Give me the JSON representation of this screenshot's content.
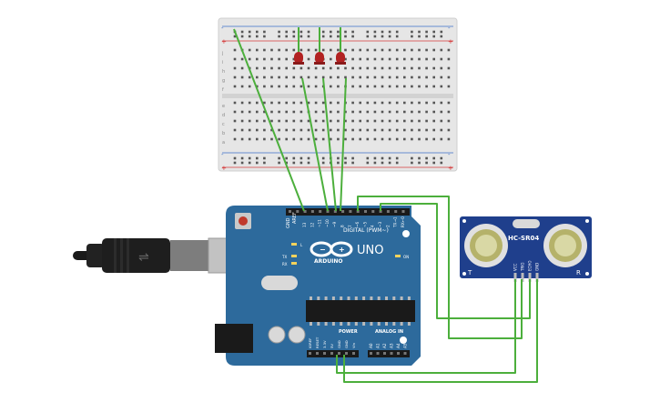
{
  "arduino": {
    "logo_text": "ARDUINO",
    "model": "UNO",
    "header_digital": "DIGITAL (PWM~)",
    "header_power": "POWER",
    "header_analog": "ANALOG IN",
    "label_on": "ON",
    "label_tx": "TX",
    "label_rx": "RX",
    "label_l": "L",
    "label_aref": "AREF",
    "label_gnd": "GND",
    "digital_pins": [
      "13",
      "12",
      "~11",
      "~10",
      "~9",
      "8",
      "7",
      "~6",
      "~5",
      "4",
      "~3",
      "2",
      "TX→1",
      "RX←0"
    ],
    "power_pins": [
      "IOREF",
      "RESET",
      "3.3V",
      "5V",
      "GND",
      "GND",
      "Vin"
    ],
    "analog_pins": [
      "A0",
      "A1",
      "A2",
      "A3",
      "A4",
      "A5"
    ]
  },
  "sensor": {
    "name": "HC-SR04",
    "label_t": "T",
    "label_r": "R",
    "pins": [
      "VCC",
      "TRIG",
      "ECHO",
      "GND"
    ]
  },
  "breadboard": {
    "row_letters_top": [
      "j",
      "i",
      "h",
      "g",
      "f"
    ],
    "row_letters_bottom": [
      "e",
      "d",
      "c",
      "b",
      "a"
    ],
    "rail_plus": "+",
    "rail_minus": "-"
  },
  "colors": {
    "board": "#2d6a9c",
    "wire": "#4caf3c",
    "led": "#b22222",
    "sensor_board": "#1f3f8c",
    "usb_cable": "#1a1a1a"
  }
}
